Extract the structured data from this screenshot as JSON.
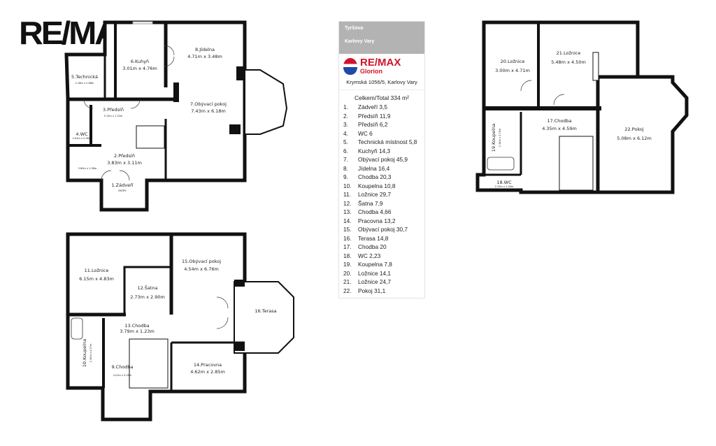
{
  "logo": "RE/MAX",
  "panel": {
    "street": "Tyršova",
    "city": "Karlovy Vary",
    "brand": "RE/MAX",
    "office": "Glorion",
    "address": "Krymská 1056/5, Karlovy Vary",
    "total": "Celkem/Total  334 m²",
    "rooms": [
      {
        "n": "1.",
        "t": "Zádveří 3,5"
      },
      {
        "n": "2.",
        "t": "Předsíň 11,9"
      },
      {
        "n": "3.",
        "t": "Předsíň 6,2"
      },
      {
        "n": "4.",
        "t": "WC 6"
      },
      {
        "n": "5.",
        "t": "Technická místnost 5,8"
      },
      {
        "n": "6.",
        "t": "Kuchyň 14,3"
      },
      {
        "n": "7.",
        "t": "Obývací pokoj 45,9"
      },
      {
        "n": "8.",
        "t": "Jídelna 16,4"
      },
      {
        "n": "9.",
        "t": "Chodba 20,3"
      },
      {
        "n": "10.",
        "t": "Koupelna 10,8"
      },
      {
        "n": "11.",
        "t": "Ložnice 29,7"
      },
      {
        "n": "12.",
        "t": "Šatna 7,9"
      },
      {
        "n": "13.",
        "t": "Chodba 4,66"
      },
      {
        "n": "14.",
        "t": "Pracovna 13,2"
      },
      {
        "n": "15.",
        "t": "Obývací pokoj 30,7"
      },
      {
        "n": "16.",
        "t": "Terasa 14,8"
      },
      {
        "n": "17.",
        "t": "Chodba 20"
      },
      {
        "n": "18.",
        "t": "WC 2,23"
      },
      {
        "n": "19.",
        "t": "Koupelna 7,8"
      },
      {
        "n": "20.",
        "t": "Ložnice 14,1"
      },
      {
        "n": "21.",
        "t": "Ložnice 24,7"
      },
      {
        "n": "22.",
        "t": "Pokoj 31,1"
      }
    ]
  },
  "plan": {
    "r1": {
      "name": "1.Zádveří",
      "dim": "ENTRY"
    },
    "r2": {
      "name": "2.Předsíň",
      "dim": "3.83m x 3.11m",
      "sub": "3.80m x 1.58m"
    },
    "r3": {
      "name": "3.Předsíň",
      "dim": "5.12m x 1.22m"
    },
    "r4": {
      "name": "4.WC",
      "dim": "2.02m x 2.96m"
    },
    "r5": {
      "name": "5.Technická",
      "dim": "2.18m x 2.68m"
    },
    "r6": {
      "name": "6.Kuhyň",
      "dim": "3.01m x 4.76m"
    },
    "r7": {
      "name": "7.Obývací pokoj",
      "dim": "7.43m x 6.18m"
    },
    "r8": {
      "name": "8.Jídelna",
      "dim": "4.71m x 3.48m"
    },
    "r9": {
      "name": "9.Chodba",
      "dim": "4.01m x 5.05m"
    },
    "r10": {
      "name": "10.Koupelna",
      "dim": "2.36m x 4.57m"
    },
    "r11": {
      "name": "11.Ložnice",
      "dim": "6.15m x 4.83m"
    },
    "r12": {
      "name": "12.Šatna",
      "dim": "2.73m x 2.90m"
    },
    "r13": {
      "name": "13.Chodba",
      "dim": "3.79m x 1.23m"
    },
    "r14": {
      "name": "14.Pracovna",
      "dim": "4.62m x 2.85m"
    },
    "r15": {
      "name": "15.Obývací pokoj",
      "dim": "4.54m x 6.76m"
    },
    "r16": {
      "name": "16.Terasa"
    },
    "r17": {
      "name": "17.Chodba",
      "dim": "4.35m x 4.59m"
    },
    "r18": {
      "name": "18.WC",
      "dim": "2.23m x 1.00m"
    },
    "r19": {
      "name": "19.Koupelna",
      "dim": "2.18m x 3.70m"
    },
    "r20": {
      "name": "20.Ložnice",
      "dim": "3.00m x 4.71m"
    },
    "r21": {
      "name": "21.Ložnice",
      "dim": "5.48m x 4.50m"
    },
    "r22": {
      "name": "22.Pokoj",
      "dim": "5.08m x 6.12m"
    }
  }
}
